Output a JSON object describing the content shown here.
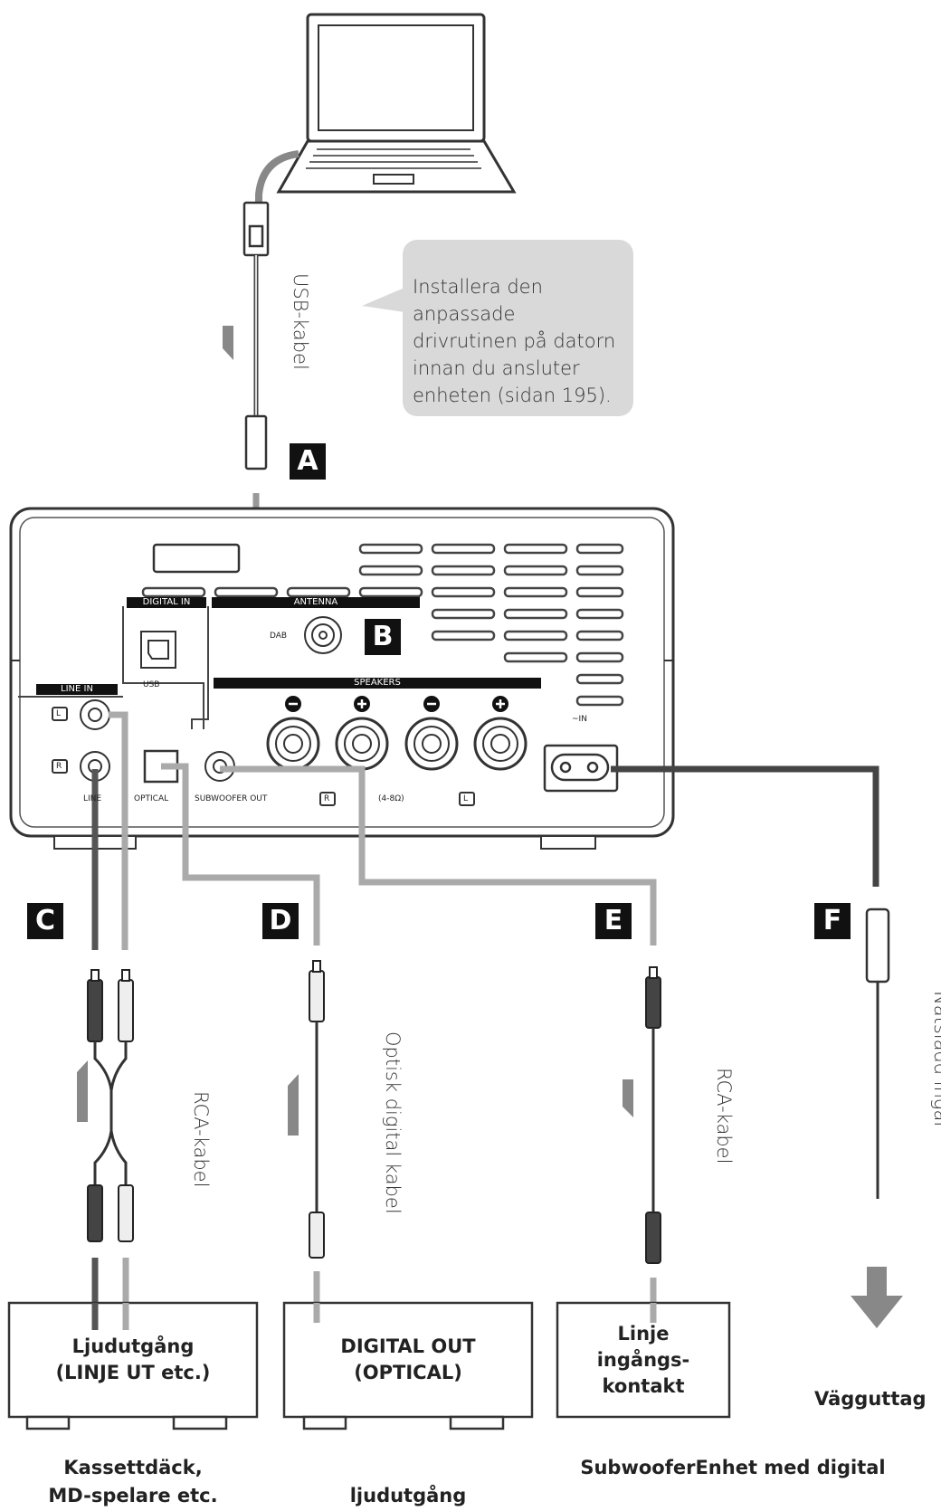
{
  "note": {
    "text_lines": [
      "Installera den anpassade",
      "drivrutinen på datorn",
      "innan du ansluter",
      "enheten (sidan 195)."
    ]
  },
  "letters": {
    "a": "A",
    "b": "B",
    "c": "C",
    "d": "D",
    "e": "E",
    "f": "F"
  },
  "cables": {
    "usb": "USB-kabel",
    "rca_left": "RCA-kabel",
    "optical": "Optisk digital kabel",
    "rca_right": "RCA-kabel",
    "power": "Nätsladd ingår"
  },
  "panel": {
    "digital_in": "DIGITAL IN",
    "antenna": "ANTENNA",
    "dab": "DAB",
    "usb": "USB",
    "line_in": "LINE IN",
    "l": "L",
    "r": "R",
    "line": "LINE",
    "optical": "OPTICAL",
    "subwoofer_out": "SUBWOOFER OUT",
    "speakers": "SPEAKERS",
    "impedance": "(4-8Ω)",
    "ac_in": "~IN"
  },
  "devices": {
    "box1_line1": "Ljudutgång",
    "box1_line2": "(LINJE UT etc.)",
    "box2_line1": "DIGITAL OUT",
    "box2_line2": "(OPTICAL)",
    "box3_line1": "Linje",
    "box3_line2": "ingångs-",
    "box3_line3": "kontakt",
    "outlet": "Vägguttag"
  },
  "captions": {
    "c1_line1": "Kassettdäck,",
    "c1_line2": "MD-spelare etc.",
    "c2": "ljudutgång",
    "c3": "SubwooferEnhet med digital"
  }
}
